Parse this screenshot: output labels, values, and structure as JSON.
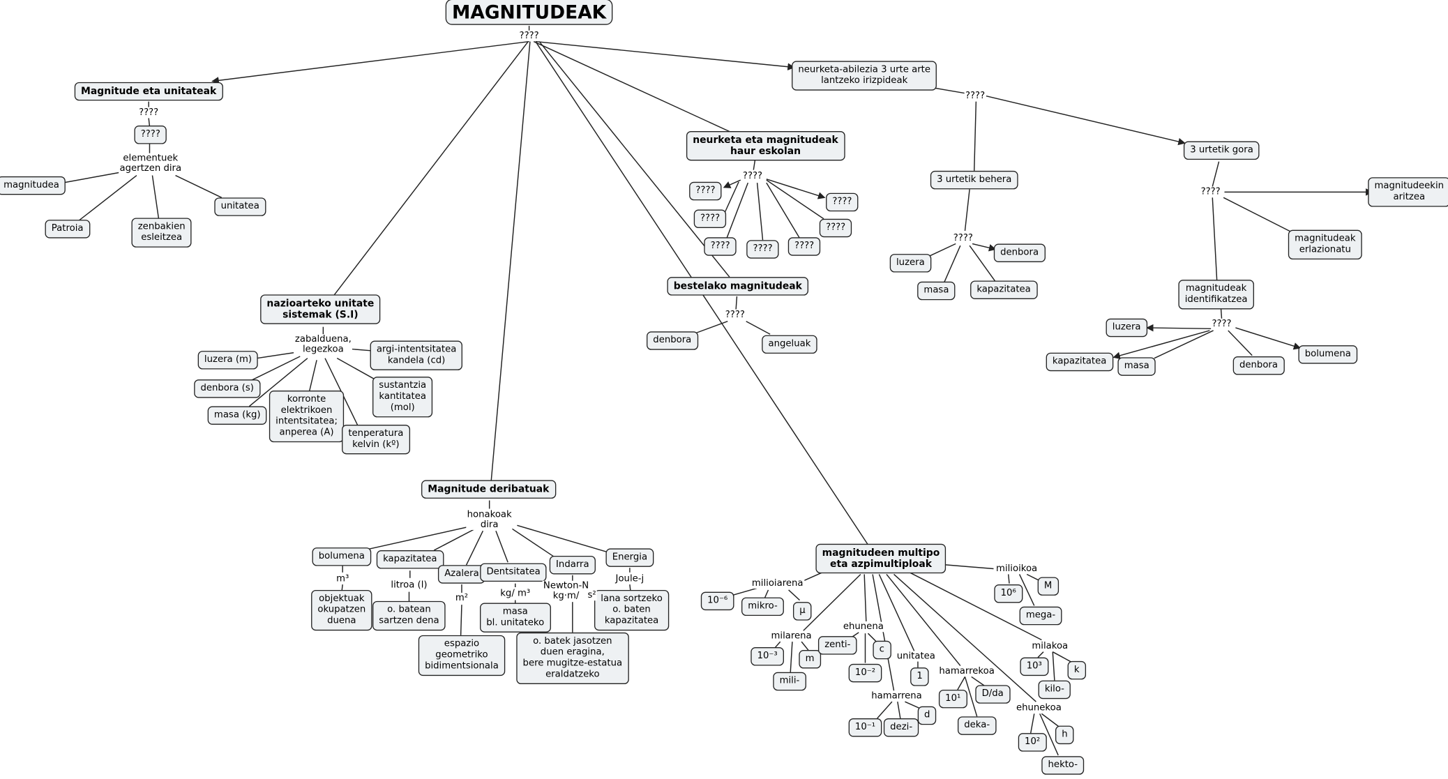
{
  "nodes": [
    {
      "id": "root",
      "text": "MAGNITUDEAK",
      "style": "root"
    },
    {
      "id": "mag_unit",
      "text": "Magnitude eta unitateak",
      "style": "bold"
    },
    {
      "id": "q_mag",
      "text": "????"
    },
    {
      "id": "magnitudea",
      "text": "magnitudea"
    },
    {
      "id": "patroia",
      "text": "Patroia"
    },
    {
      "id": "zenbakien",
      "text": "zenbakien\nesleitzea"
    },
    {
      "id": "unitatea",
      "text": "unitatea"
    },
    {
      "id": "neurketa_abil",
      "text": "neurketa-abilezia 3 urte arte\nlantzeko irizpideak"
    },
    {
      "id": "3behera",
      "text": "3 urtetik behera"
    },
    {
      "id": "luzera1",
      "text": "luzera"
    },
    {
      "id": "denbora1",
      "text": "denbora"
    },
    {
      "id": "masa1",
      "text": "masa"
    },
    {
      "id": "kapazitatea1",
      "text": "kapazitatea"
    },
    {
      "id": "3gora",
      "text": "3 urtetik gora"
    },
    {
      "id": "aritzea",
      "text": "magnitudeekin\naritzea"
    },
    {
      "id": "erlazionatu",
      "text": "magnitudeak\nerlazionatu"
    },
    {
      "id": "identif",
      "text": "magnitudeak\nidentifikatzea"
    },
    {
      "id": "luzera2",
      "text": "luzera"
    },
    {
      "id": "kapazitatea2",
      "text": "kapazitatea"
    },
    {
      "id": "masa2",
      "text": "masa"
    },
    {
      "id": "denbora2",
      "text": "denbora"
    },
    {
      "id": "bolumena2",
      "text": "bolumena"
    },
    {
      "id": "haur",
      "text": "neurketa eta magnitudeak\nhaur eskolan",
      "style": "bold"
    },
    {
      "id": "h1",
      "text": "????"
    },
    {
      "id": "h2",
      "text": "????"
    },
    {
      "id": "h3",
      "text": "????"
    },
    {
      "id": "h4",
      "text": "????"
    },
    {
      "id": "h5",
      "text": "????"
    },
    {
      "id": "h6",
      "text": "????"
    },
    {
      "id": "h7",
      "text": "????"
    },
    {
      "id": "bestelako",
      "text": "bestelako magnitudeak",
      "style": "bold"
    },
    {
      "id": "denbora3",
      "text": "denbora"
    },
    {
      "id": "angeluak",
      "text": "angeluak"
    },
    {
      "id": "si",
      "text": "nazioarteko unitate\nsistemak (S.I)",
      "style": "bold"
    },
    {
      "id": "luzera_m",
      "text": "luzera (m)"
    },
    {
      "id": "denbora_s",
      "text": "denbora (s)"
    },
    {
      "id": "masa_kg",
      "text": "masa (kg)"
    },
    {
      "id": "korronte",
      "text": "korronte\nelektrikoen\nintentsitatea;\nanperea (A)"
    },
    {
      "id": "tenperatura",
      "text": "tenperatura\nkelvin (kº)"
    },
    {
      "id": "argi",
      "text": "argi-intentsitatea\nkandela (cd)"
    },
    {
      "id": "sustantzia",
      "text": "sustantzia\nkantitatea\n(mol)"
    },
    {
      "id": "deribatuak",
      "text": "Magnitude deribatuak",
      "style": "bold"
    },
    {
      "id": "bolumena",
      "text": "bolumena"
    },
    {
      "id": "objektuak",
      "text": "objektuak\nokupatzen\nduena"
    },
    {
      "id": "kapazitatea",
      "text": "kapazitatea"
    },
    {
      "id": "obatean",
      "text": "o. batean\nsartzen dena"
    },
    {
      "id": "azalera",
      "text": "Azalera"
    },
    {
      "id": "espazio",
      "text": "espazio\ngeometriko\nbidimentsionala"
    },
    {
      "id": "dentsitatea",
      "text": "Dentsitatea"
    },
    {
      "id": "masa_bl",
      "text": "masa\nbl. unitateko"
    },
    {
      "id": "indarra",
      "text": "Indarra"
    },
    {
      "id": "obatek",
      "text": "o. batek jasotzen\nduen eragina,\nbere mugitze-estatua\neraldatzeko"
    },
    {
      "id": "energia",
      "text": "Energia"
    },
    {
      "id": "lana",
      "text": "lana sortzeko\no. baten\nkapazitatea"
    },
    {
      "id": "multipo",
      "text": "magnitudeen multipo\neta azpimultiploak",
      "style": "bold"
    },
    {
      "id": "e10m6",
      "text": "10⁻⁶"
    },
    {
      "id": "mikro",
      "text": "mikro-"
    },
    {
      "id": "mu",
      "text": "µ"
    },
    {
      "id": "e10m3",
      "text": "10⁻³"
    },
    {
      "id": "m_small",
      "text": "m"
    },
    {
      "id": "mili",
      "text": "mili-"
    },
    {
      "id": "zenti",
      "text": "zenti-"
    },
    {
      "id": "c",
      "text": "c"
    },
    {
      "id": "e10m2",
      "text": "10⁻²"
    },
    {
      "id": "e10m1",
      "text": "10⁻¹"
    },
    {
      "id": "dezi",
      "text": "dezi-"
    },
    {
      "id": "d",
      "text": "d"
    },
    {
      "id": "one",
      "text": "1"
    },
    {
      "id": "e10_1",
      "text": "10¹"
    },
    {
      "id": "dda",
      "text": "D/da"
    },
    {
      "id": "deka",
      "text": "deka-"
    },
    {
      "id": "e10_2",
      "text": "10²"
    },
    {
      "id": "h",
      "text": "h"
    },
    {
      "id": "hekto",
      "text": "hekto-"
    },
    {
      "id": "e10_3",
      "text": "10³"
    },
    {
      "id": "k",
      "text": "k"
    },
    {
      "id": "kilo",
      "text": "kilo-"
    },
    {
      "id": "e10_6",
      "text": "10⁶"
    },
    {
      "id": "M",
      "text": "M"
    },
    {
      "id": "mega",
      "text": "mega-"
    }
  ],
  "labels": [
    {
      "id": "L_root",
      "text": "????"
    },
    {
      "id": "L_mag1",
      "text": "????"
    },
    {
      "id": "L_mag2",
      "text": "elementuek\nagertzen dira"
    },
    {
      "id": "L_abil",
      "text": "????"
    },
    {
      "id": "L_behera",
      "text": "????"
    },
    {
      "id": "L_gora",
      "text": "????"
    },
    {
      "id": "L_identif",
      "text": "????"
    },
    {
      "id": "L_haur",
      "text": "????"
    },
    {
      "id": "L_best",
      "text": "????"
    },
    {
      "id": "L_si",
      "text": "zabalduena,\nlegezkoa"
    },
    {
      "id": "L_der",
      "text": "honakoak\ndira"
    },
    {
      "id": "L_m3",
      "text": "m³"
    },
    {
      "id": "L_litroa",
      "text": "litroa (l)"
    },
    {
      "id": "L_m2",
      "text": "m²"
    },
    {
      "id": "L_kgm3",
      "text": "kg/ m³"
    },
    {
      "id": "L_newton",
      "text": "Newton-N\nkg·m/"
    },
    {
      "id": "L_s2",
      "text": "s²"
    },
    {
      "id": "L_joule",
      "text": "Joule-j"
    },
    {
      "id": "L_mikro",
      "text": "milioiarena"
    },
    {
      "id": "L_mili",
      "text": "milarena"
    },
    {
      "id": "L_zenti",
      "text": "ehunena"
    },
    {
      "id": "L_dezi",
      "text": "hamarrena"
    },
    {
      "id": "L_unit",
      "text": "unitatea"
    },
    {
      "id": "L_deka",
      "text": "hamarrekoa"
    },
    {
      "id": "L_hekto",
      "text": "ehunekoa"
    },
    {
      "id": "L_kilo",
      "text": "milakoa"
    },
    {
      "id": "L_mega",
      "text": "milioikoa"
    }
  ],
  "colors": {
    "node_fill": "#eef1f3",
    "node_border": "#222222",
    "line": "#222222",
    "background": "#ffffff"
  }
}
